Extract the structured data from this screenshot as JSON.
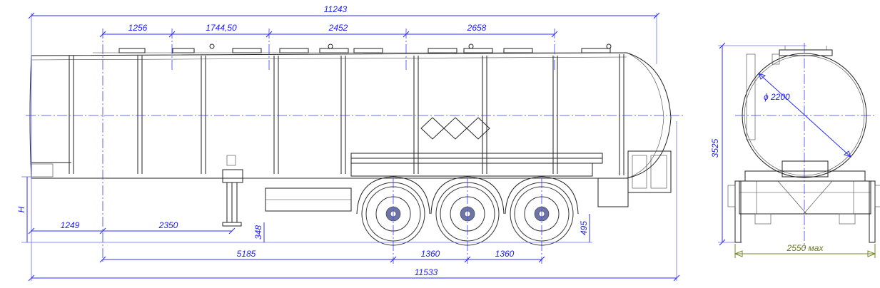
{
  "dimensions": {
    "overall_tank_length": "11243",
    "overall_length": "11533",
    "compartment_1": "1256",
    "compartment_2": "1744,50",
    "compartment_3": "2452",
    "compartment_4": "2658",
    "front_to_kingpin": "1249",
    "kingpin_to_leg": "2350",
    "kingpin_to_axle1": "5185",
    "axle_spacing_1": "1360",
    "axle_spacing_2": "1360",
    "leg_height": "348",
    "wheel_radius_height": "495",
    "coupling_height": "H",
    "tank_diameter": "ϕ 2200",
    "overall_height": "3525",
    "overall_width": "2550 мах"
  },
  "colors": {
    "dimension": "#1a1aff",
    "line": "#222222",
    "width_dim": "#7a8a2a",
    "hub": "#6d74a8"
  }
}
